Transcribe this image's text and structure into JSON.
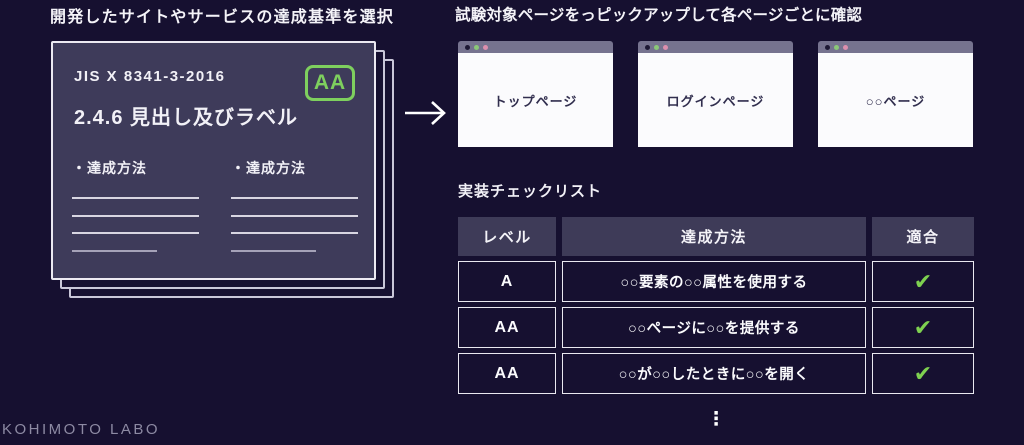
{
  "page": {
    "watermark": "KOHIMOTO LABO"
  },
  "left": {
    "heading": "開発したサイトやサービスの達成基準を選択",
    "card": {
      "standard": "JIS X 8341-3-2016",
      "criterion": "2.4.6 見出し及びラベル",
      "level_badge": "AA",
      "columns": [
        {
          "label": "・達成方法"
        },
        {
          "label": "・達成方法"
        }
      ]
    }
  },
  "right": {
    "heading": "試験対象ページをっピックアップして各ページごとに確認",
    "windows": [
      {
        "title": "トップページ"
      },
      {
        "title": "ログインページ"
      },
      {
        "title": "○○ページ"
      }
    ],
    "checklist": {
      "heading": "実装チェックリスト",
      "headers": [
        "レベル",
        "達成方法",
        "適合"
      ],
      "rows": [
        {
          "level": "A",
          "method": "○○要素の○○属性を使用する",
          "pass": "✔"
        },
        {
          "level": "AA",
          "method": "○○ページに○○を提供する",
          "pass": "✔"
        },
        {
          "level": "AA",
          "method": "○○が○○したときに○○を開く",
          "pass": "✔"
        }
      ],
      "more": "⋮"
    }
  },
  "colors": {
    "background": "#161030",
    "card_bg": "#3e3b5a",
    "card_border": "#eceaf2",
    "accent_green": "#7ed05e",
    "check_green": "#7ed150",
    "titlebar_gray": "#76738f",
    "dot_dark": "#1d1834",
    "dot_green": "#8bc878",
    "dot_pink": "#dd8fae",
    "watermark_gray": "#8d8aa3"
  }
}
